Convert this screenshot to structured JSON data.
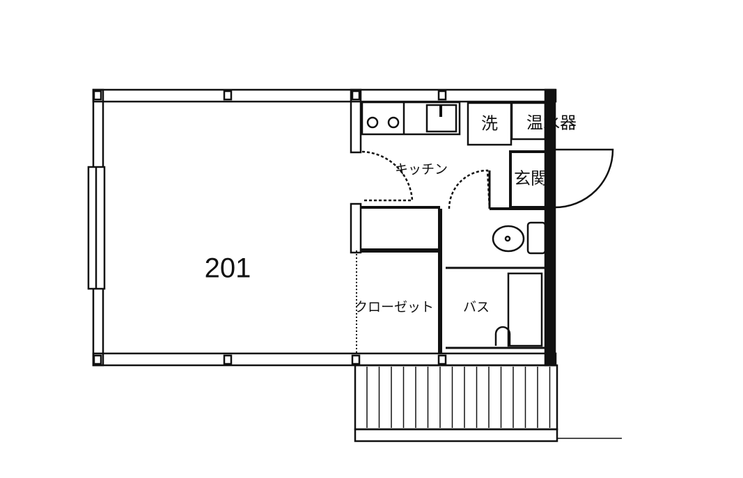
{
  "floor_plan": {
    "unit_number": "201",
    "rooms": {
      "kitchen": "キッチン",
      "washer": "洗",
      "water_heater": "温水器",
      "entrance": "玄関",
      "closet": "クローゼット",
      "bath": "バス"
    }
  }
}
